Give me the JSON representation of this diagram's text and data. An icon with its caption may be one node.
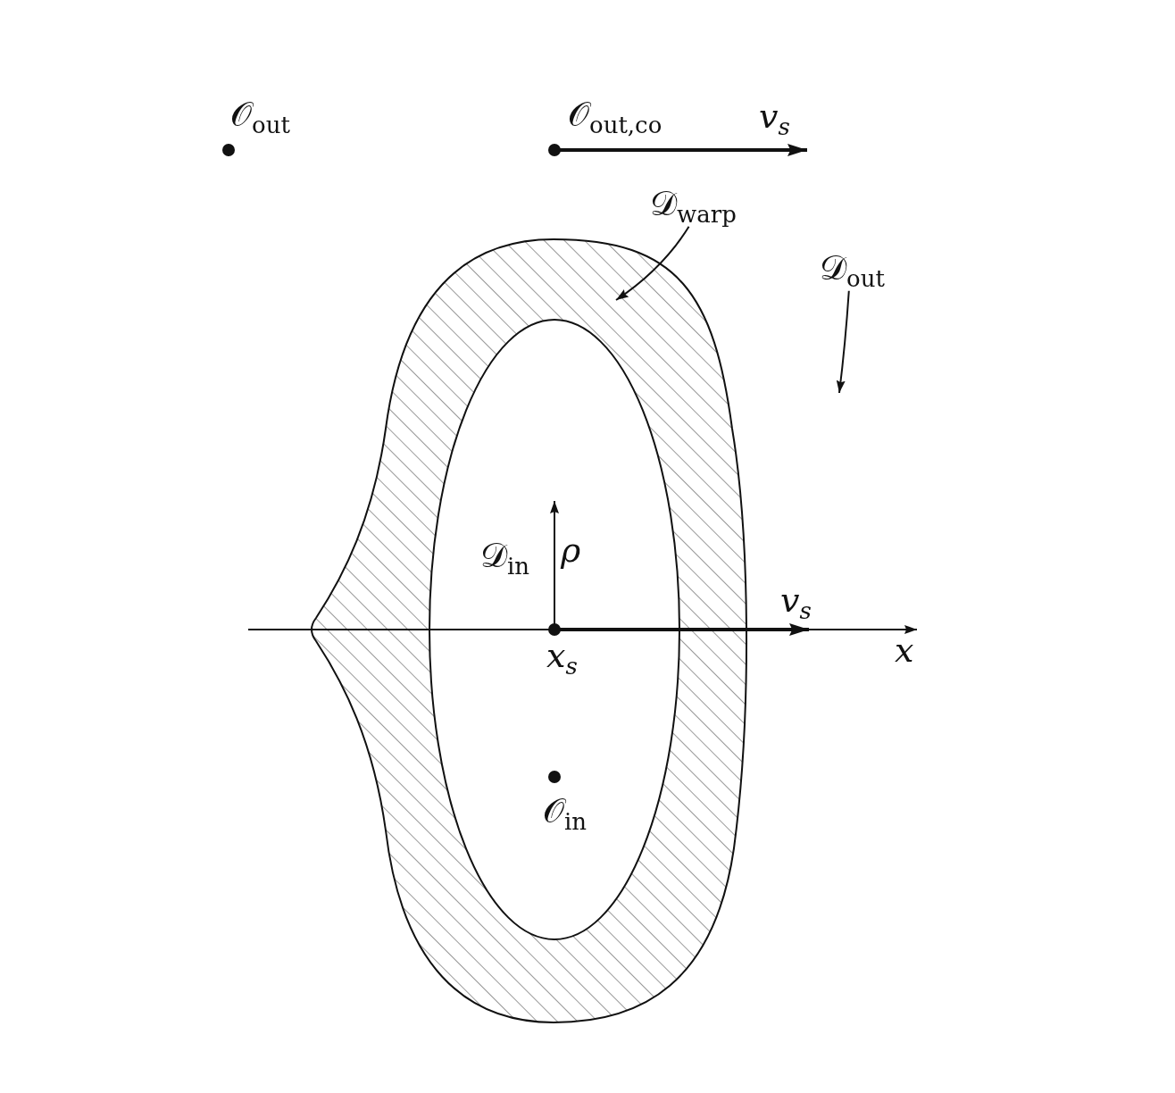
{
  "diagram": {
    "nodes": [
      {
        "text": [
          "𝒟$_{warp}$"
        ]
      },
      {
        "text": [],
        "shape": "ring"
      },
      {
        "text": [
          "𝒟$_{out}$"
        ]
      }
    ],
    "edges": [
      {
        "from": 0,
        "to": 1,
        "arrow": "to"
      },
      {
        "from": 2,
        "to": null,
        "arrow": "to"
      }
    ],
    "labels": [
      "𝒪$_{out}$",
      "𝒪$_{out,co}$",
      "v$_{s}$",
      "𝒟$_{in}$",
      "ρ",
      "v$_{s}$",
      "x$_{s}$",
      "x",
      "𝒪$_{in}$"
    ]
  }
}
